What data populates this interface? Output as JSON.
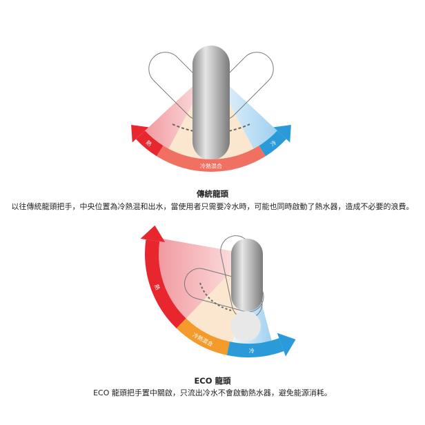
{
  "traditional": {
    "title": "傳統龍頭",
    "description": "以往傳統龍頭把手，中央位置為冷熱混和出水，當使用者只需要冷水時，可能也同時啟動了熱水器，造成不必要的浪費。",
    "labels": {
      "hot": "熱",
      "mixed": "冷熱混合",
      "cold": "冷"
    }
  },
  "eco": {
    "title": "ECO 龍頭",
    "description": "ECO 龍頭把手置中關啟，只流出冷水不會啟動熱水器，避免能源消耗。",
    "labels": {
      "hot": "熱",
      "mixed": "冷熱混合",
      "cold": "冷"
    }
  },
  "colors": {
    "hot": "#e8262e",
    "mixed_traditional": "#f07062",
    "mixed_eco": "#f39a2a",
    "cold": "#2a9ad8",
    "fan_warm": "#fbe6cf"
  }
}
